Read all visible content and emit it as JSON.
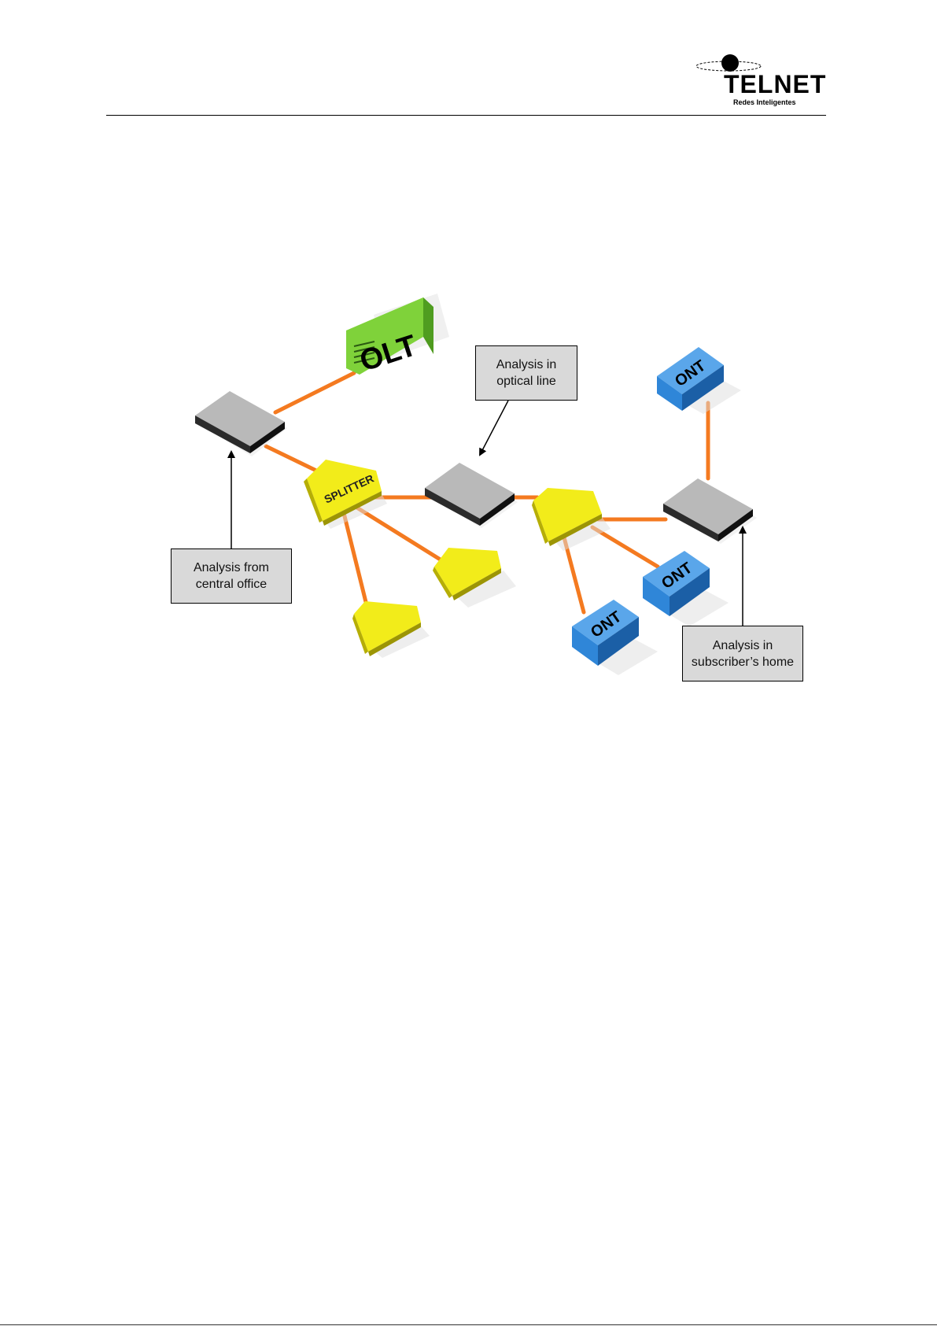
{
  "logo": {
    "brand": "TELNET",
    "tagline": "Redes Inteligentes"
  },
  "colors": {
    "fiber": "#f47a20",
    "olt": "#7fd23a",
    "ont": "#2f86d8",
    "splitter": "#f2ec1a",
    "analyzer": "#b9b9b9",
    "callout": "#d9d9d9"
  },
  "devices": {
    "olt_label": "OLT",
    "splitter_label": "SPLITTER",
    "ont_label": "ONT"
  },
  "callouts": {
    "central_office": [
      "Analysis from",
      "central office"
    ],
    "optical_line": [
      "Analysis in",
      "optical line"
    ],
    "subscriber_home": [
      "Analysis in",
      "subscriber’s home"
    ]
  }
}
